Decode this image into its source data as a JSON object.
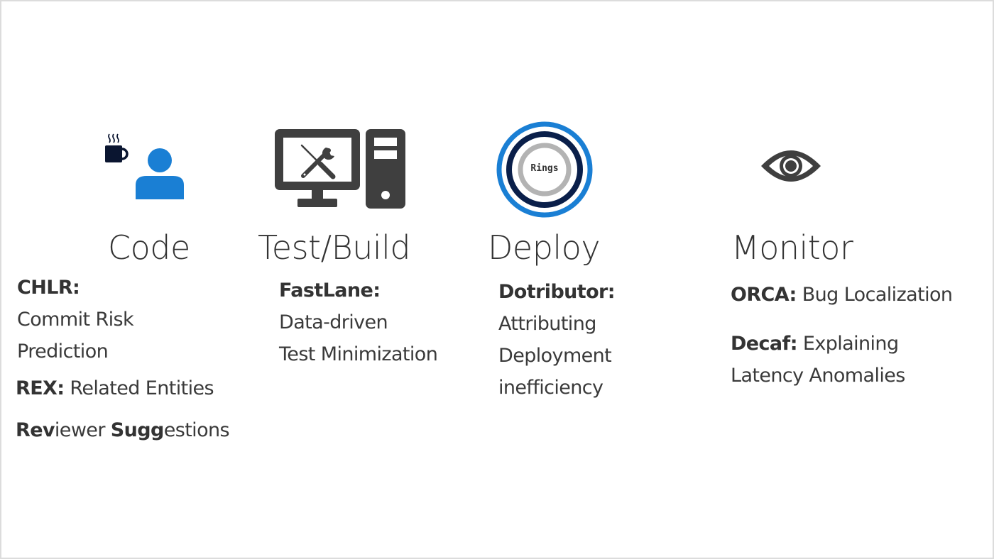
{
  "colors": {
    "text": "#333333",
    "accent_blue": "#1a7fd4",
    "ring_outer": "#1a7fd4",
    "ring_middle": "#0a1f4a",
    "ring_inner": "#b3b3b3",
    "icon_dark": "#3f3f3f",
    "mug": "#0a1530"
  },
  "stages": [
    {
      "title": "Code",
      "icon": "developer-with-coffee-icon",
      "items": [
        {
          "bold": "CHLR:",
          "lines": [
            "Commit Risk",
            "Prediction"
          ]
        },
        {
          "bold": "REX:",
          "rest": " Related Entities"
        },
        {
          "parts": [
            {
              "text": "Rev",
              "bold": true
            },
            {
              "text": "iewer ",
              "bold": false
            },
            {
              "text": "Sugg",
              "bold": true
            },
            {
              "text": "estions",
              "bold": false
            }
          ]
        }
      ]
    },
    {
      "title": "Test/Build",
      "icon": "computer-tools-icon",
      "items": [
        {
          "bold": "FastLane:",
          "lines": [
            "Data-driven",
            "Test Minimization"
          ]
        }
      ]
    },
    {
      "title": "Deploy",
      "icon": "rings-icon",
      "icon_label": "Rings",
      "items": [
        {
          "bold": "Dotributor:",
          "lines": [
            "Attributing",
            "Deployment",
            "inefficiency"
          ]
        }
      ]
    },
    {
      "title": "Monitor",
      "icon": "eye-icon",
      "items": [
        {
          "bold": "ORCA:",
          "rest": " Bug Localization"
        },
        {
          "bold": "Decaf:",
          "rest": " Explaining",
          "lines": [
            "Latency Anomalies"
          ]
        }
      ]
    }
  ]
}
